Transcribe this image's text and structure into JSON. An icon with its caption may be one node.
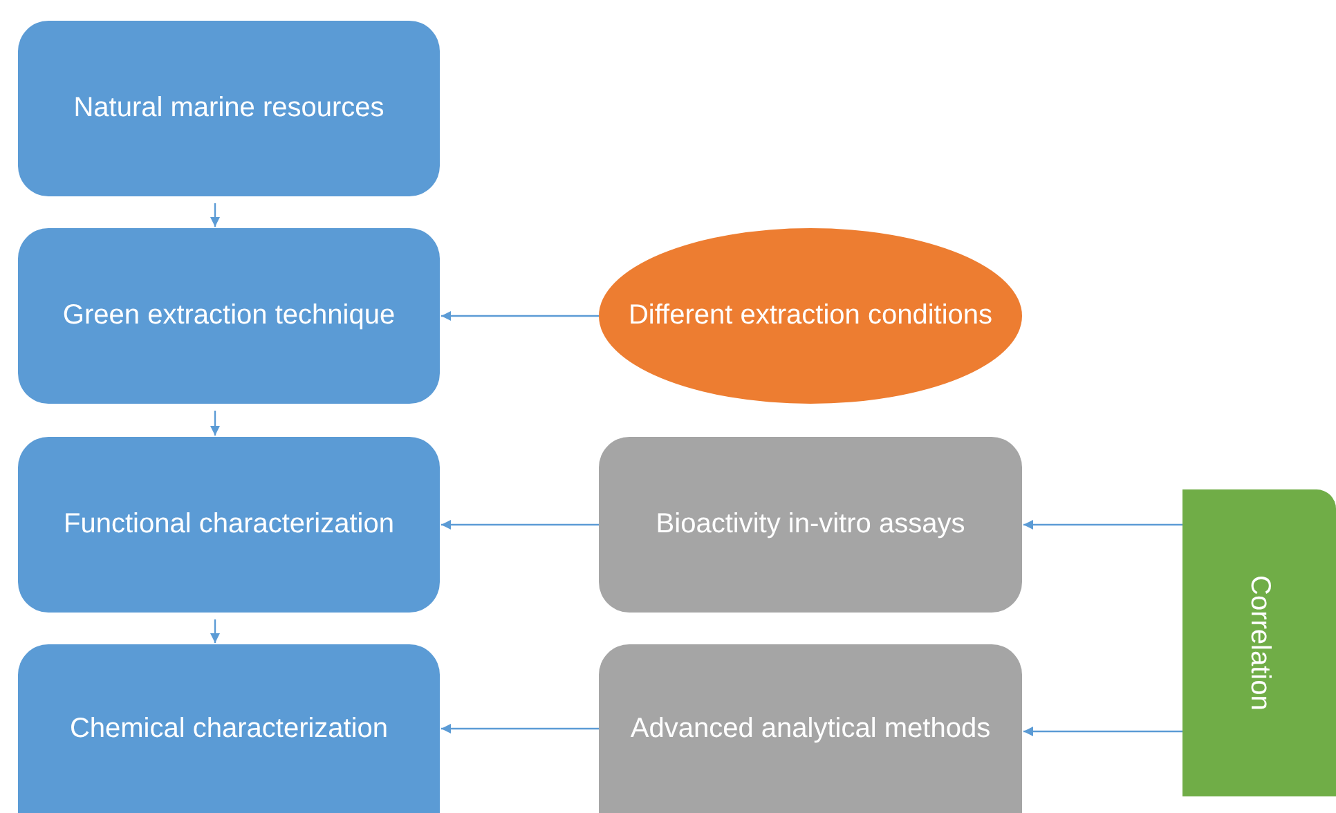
{
  "diagram": {
    "nodes": [
      {
        "text": [
          "Natural marine resources"
        ]
      },
      {
        "text": [
          "Green extraction technique"
        ]
      },
      {
        "text": [
          "Functional characterization"
        ]
      },
      {
        "text": [
          "Chemical characterization"
        ]
      },
      {
        "text": [
          "Different extraction conditions"
        ]
      },
      {
        "text": [
          "Bioactivity in-vitro assays"
        ]
      },
      {
        "text": [
          "Advanced analytical methods"
        ]
      },
      {
        "text": [
          "Correlation"
        ]
      }
    ],
    "edges": [
      {
        "from": 0,
        "to": 1,
        "arrow": "to"
      },
      {
        "from": 1,
        "to": 2,
        "arrow": "to"
      },
      {
        "from": 2,
        "to": 3,
        "arrow": "to"
      },
      {
        "from": 4,
        "to": 1,
        "arrow": "to"
      },
      {
        "from": 5,
        "to": 2,
        "arrow": "to"
      },
      {
        "from": 6,
        "to": 3,
        "arrow": "to"
      },
      {
        "from": 7,
        "to": 5,
        "arrow": "to"
      },
      {
        "from": 7,
        "to": 6,
        "arrow": "to"
      }
    ]
  }
}
